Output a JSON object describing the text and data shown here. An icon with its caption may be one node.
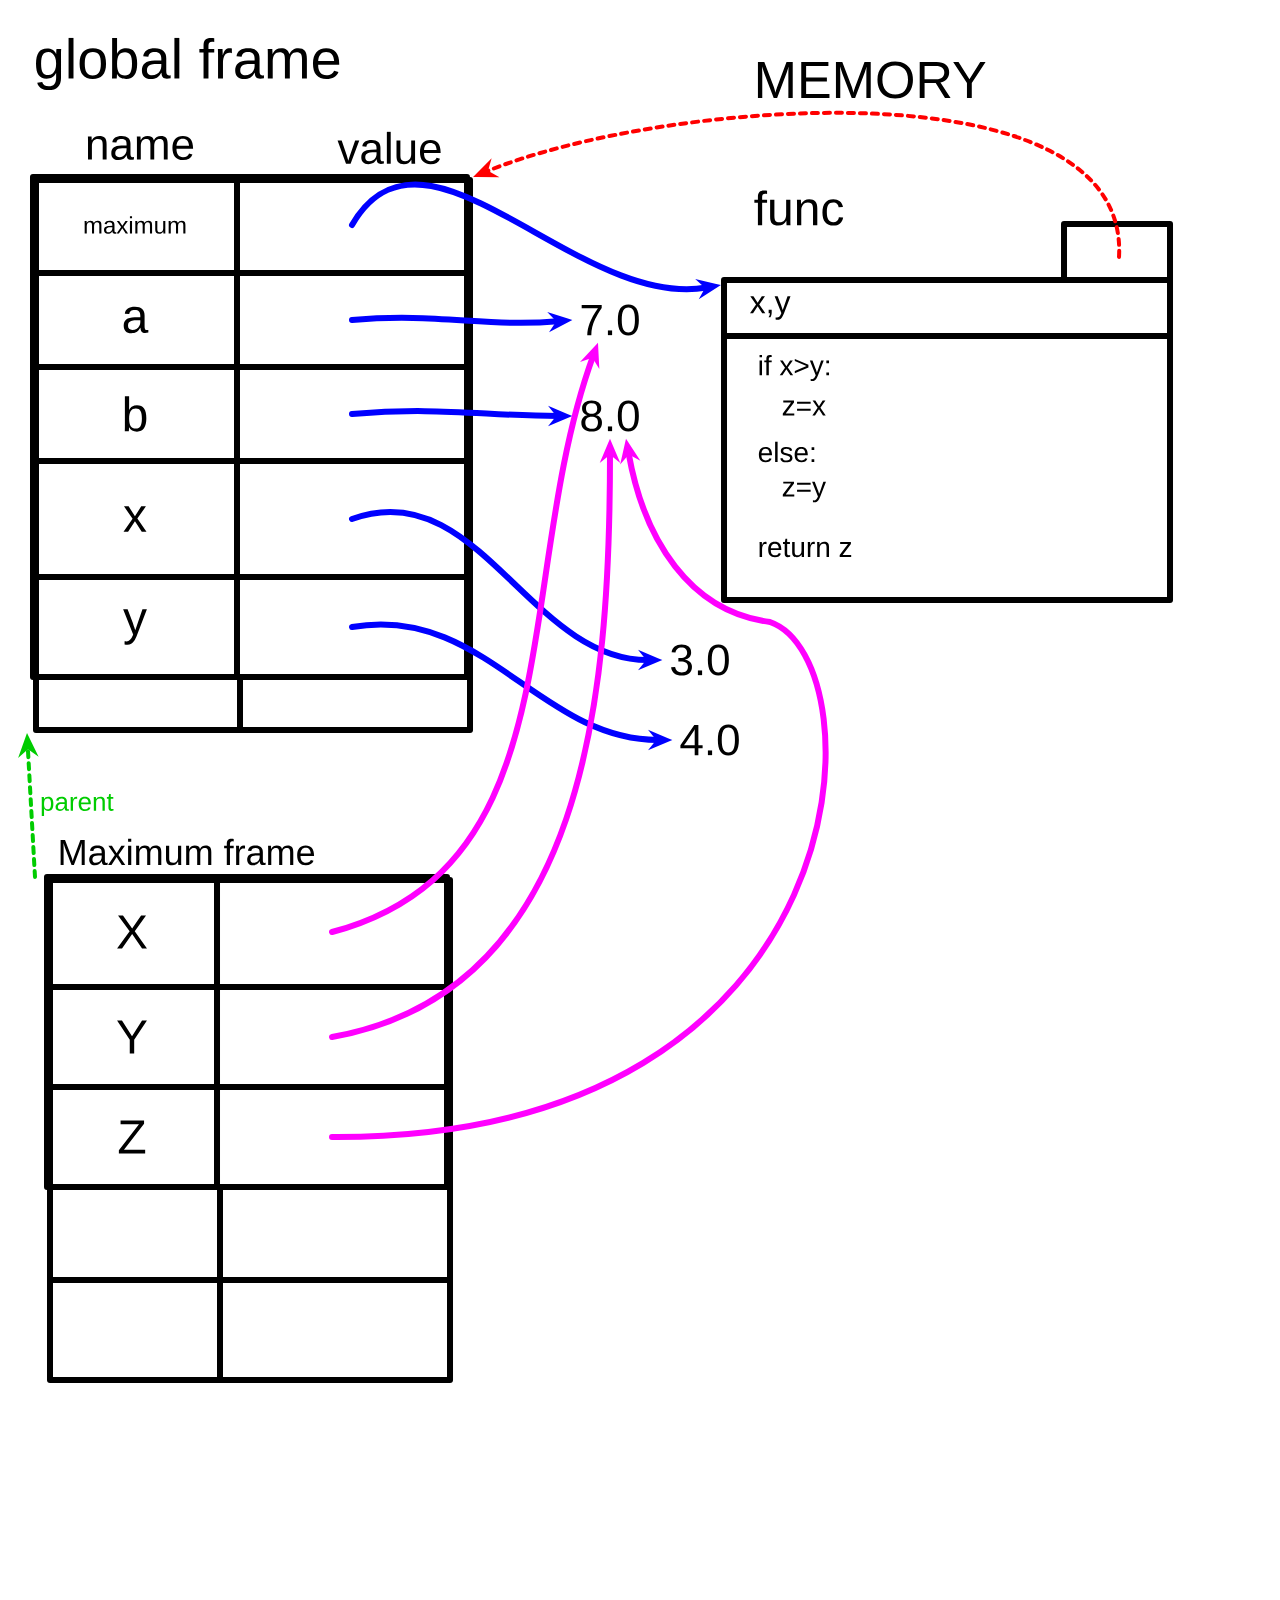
{
  "diagram": {
    "nodes": [
      {
        "text": [
          "global frame",
          "name",
          "value"
        ]
      },
      {
        "text": [
          "maximum"
        ],
        "in": 0
      },
      {
        "text": [
          "a"
        ],
        "in": 0
      },
      {
        "text": [
          "b"
        ],
        "in": 0
      },
      {
        "text": [
          "x"
        ],
        "in": 0
      },
      {
        "text": [
          "y"
        ],
        "in": 0
      },
      {
        "text": [],
        "shape": "box",
        "in": 0
      },
      {
        "text": [],
        "shape": "box",
        "in": 0
      },
      {
        "text": [],
        "shape": "box",
        "in": 0
      },
      {
        "text": [],
        "shape": "box",
        "in": 0
      },
      {
        "text": [],
        "shape": "box",
        "in": 0
      },
      {
        "text": [
          "func",
          "x,y",
          "if x>y:",
          "z=x",
          "else:",
          "z=y",
          "return z"
        ]
      },
      {
        "text": [
          "7.0"
        ]
      },
      {
        "text": [
          "8.0"
        ]
      },
      {
        "text": [
          "3.0"
        ]
      },
      {
        "text": [
          "4.0"
        ]
      },
      {
        "text": [
          "Maximum frame"
        ]
      },
      {
        "text": [
          "X"
        ],
        "in": 16
      },
      {
        "text": [
          "Y"
        ],
        "in": 16
      },
      {
        "text": [
          "Z"
        ],
        "in": 16
      },
      {
        "text": [],
        "shape": "box",
        "in": 16
      },
      {
        "text": [],
        "shape": "box",
        "in": 16
      },
      {
        "text": [],
        "shape": "box",
        "in": 16
      }
    ],
    "edges": [
      {
        "from": 6,
        "to": 11,
        "arrow": "to"
      },
      {
        "from": 7,
        "to": 12,
        "arrow": "to"
      },
      {
        "from": 8,
        "to": 13,
        "arrow": "to"
      },
      {
        "from": 9,
        "to": 14,
        "arrow": "to"
      },
      {
        "from": 10,
        "to": 15,
        "arrow": "to"
      },
      {
        "from": 20,
        "to": 12,
        "arrow": "to",
        "color": "#ff00ff"
      },
      {
        "from": 21,
        "to": 13,
        "arrow": "to",
        "color": "#ff00ff"
      },
      {
        "from": 22,
        "to": 13,
        "arrow": "to",
        "color": "#ff00ff"
      },
      {
        "from": 11,
        "to": 0,
        "arrow": "to",
        "style": "dashed",
        "color": "#ff0000"
      },
      {
        "from": 16,
        "to": 0,
        "arrow": "to",
        "style": "dashed",
        "color": "#00cc00",
        "label": "parent"
      }
    ],
    "labels": [
      "MEMORY"
    ]
  }
}
